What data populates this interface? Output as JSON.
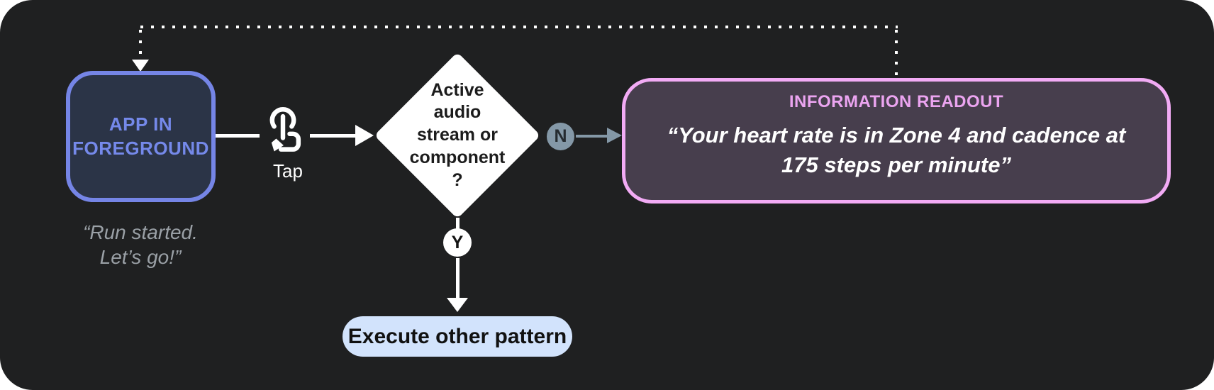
{
  "diagram": {
    "app_node": {
      "label": "APP IN FOREGROUND",
      "quote": "“Run started.\nLet’s go!”"
    },
    "tap": {
      "icon": "tap-gesture-icon",
      "label": "Tap"
    },
    "decision": {
      "question": "Active\naudio\nstream or\ncomponent\n?"
    },
    "branch_no": {
      "label": "N"
    },
    "branch_yes": {
      "label": "Y"
    },
    "readout": {
      "title": "INFORMATION READOUT",
      "quote": "“Your heart rate is in Zone 4 and cadence at\n175 steps per minute”"
    },
    "action": {
      "label": "Execute other pattern"
    }
  },
  "colors": {
    "canvas_background": "#1f2021",
    "app_node_border": "#7585e6",
    "app_node_fill": "#2b3447",
    "app_node_text": "#7589ea",
    "caption_gray": "#9aa0a6",
    "flow_white": "#ffffff",
    "decision_fill": "#ffffff",
    "decision_text": "#1c1c1c",
    "no_branch_slate": "#8498a7",
    "readout_border": "#f2abf5",
    "readout_fill": "#473e4d",
    "readout_title": "#eba4f0",
    "action_pill_fill": "#d2e3fc",
    "action_pill_text": "#111111"
  }
}
